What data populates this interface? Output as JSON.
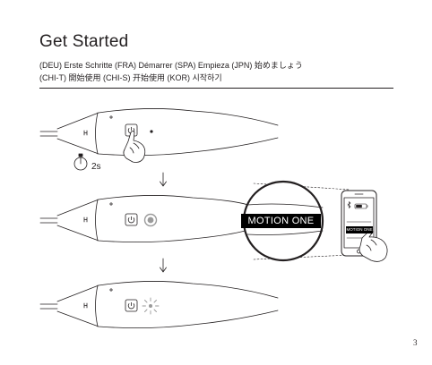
{
  "page": {
    "title": "Get Started",
    "languages_line1": "(DEU) Erste Schritte   (FRA) Démarrer   (SPA) Empieza   (JPN) 始めましょう",
    "languages_line2": "(CHI-T) 開始使用   (CHI-S) 开始使用   (KOR) 시작하기",
    "page_number": "3"
  },
  "steps": {
    "press_duration": "2s",
    "display_label": "MOTION ONE",
    "phone_screen_label": "MOTION ONE"
  },
  "icons": [
    "power-icon",
    "stopwatch-icon",
    "hand-pointer-icon",
    "bluetooth-icon",
    "battery-icon",
    "down-arrow-icon"
  ]
}
